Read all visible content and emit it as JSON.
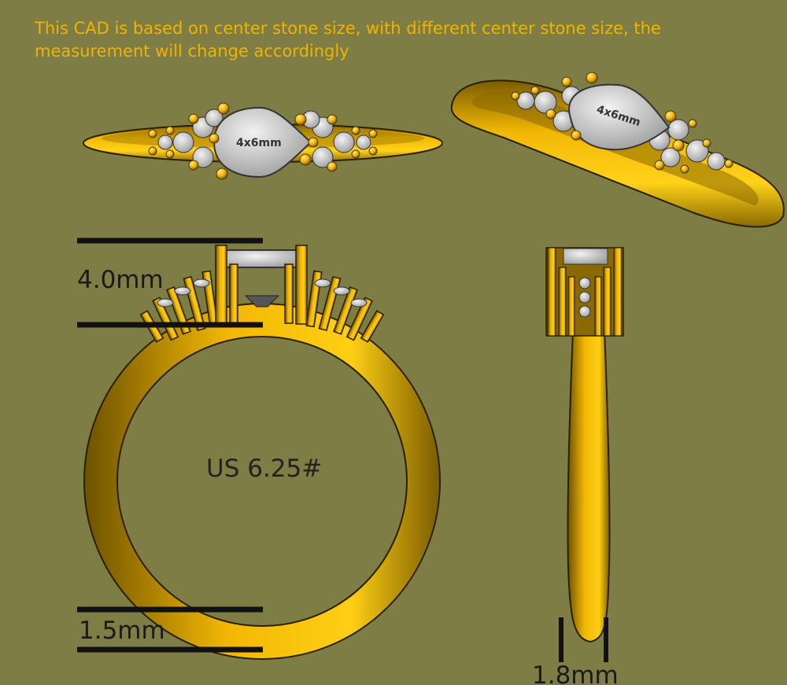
{
  "note": {
    "line1": "This CAD is based on center stone size, with different center stone size, the",
    "line2": "measurement will change accordingly"
  },
  "labels": {
    "stone_top": "4x6mm",
    "stone_perspective": "4x6mm",
    "head_height": "4.0mm",
    "ring_size": "US 6.25#",
    "band_width_front": "1.5mm",
    "band_width_side": "1.8mm"
  },
  "colors": {
    "background": "#7d7d45",
    "gold": "#f2b705",
    "gold_shadow": "#8a6a00",
    "stone": "#d6d6d6",
    "note_text": "#f0b400",
    "measure_line": "#111111"
  }
}
